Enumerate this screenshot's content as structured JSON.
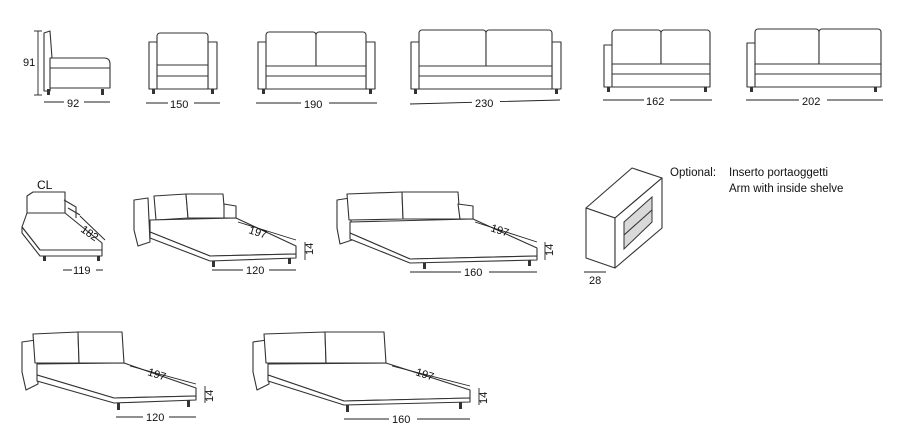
{
  "row1": {
    "chair_side": {
      "height": "91",
      "depth": "92"
    },
    "armchair_width": "150",
    "sofa_190_width": "190",
    "sofa_230_width": "230",
    "sofa_162_width": "162",
    "sofa_202_width": "202"
  },
  "row2": {
    "cl": {
      "label": "CL",
      "length": "182",
      "width": "119"
    },
    "bed_120": {
      "length": "197",
      "height": "14",
      "width": "120"
    },
    "bed_160": {
      "length": "197",
      "height": "14",
      "width": "160"
    },
    "arm_shelf": {
      "depth": "28"
    },
    "optional": {
      "label": "Optional:",
      "line1": "Inserto portaoggetti",
      "line2": "Arm with inside shelve"
    }
  },
  "row3": {
    "bed_120": {
      "length": "197",
      "height": "14",
      "width": "120"
    },
    "bed_160": {
      "length": "197",
      "height": "14",
      "width": "160"
    }
  }
}
